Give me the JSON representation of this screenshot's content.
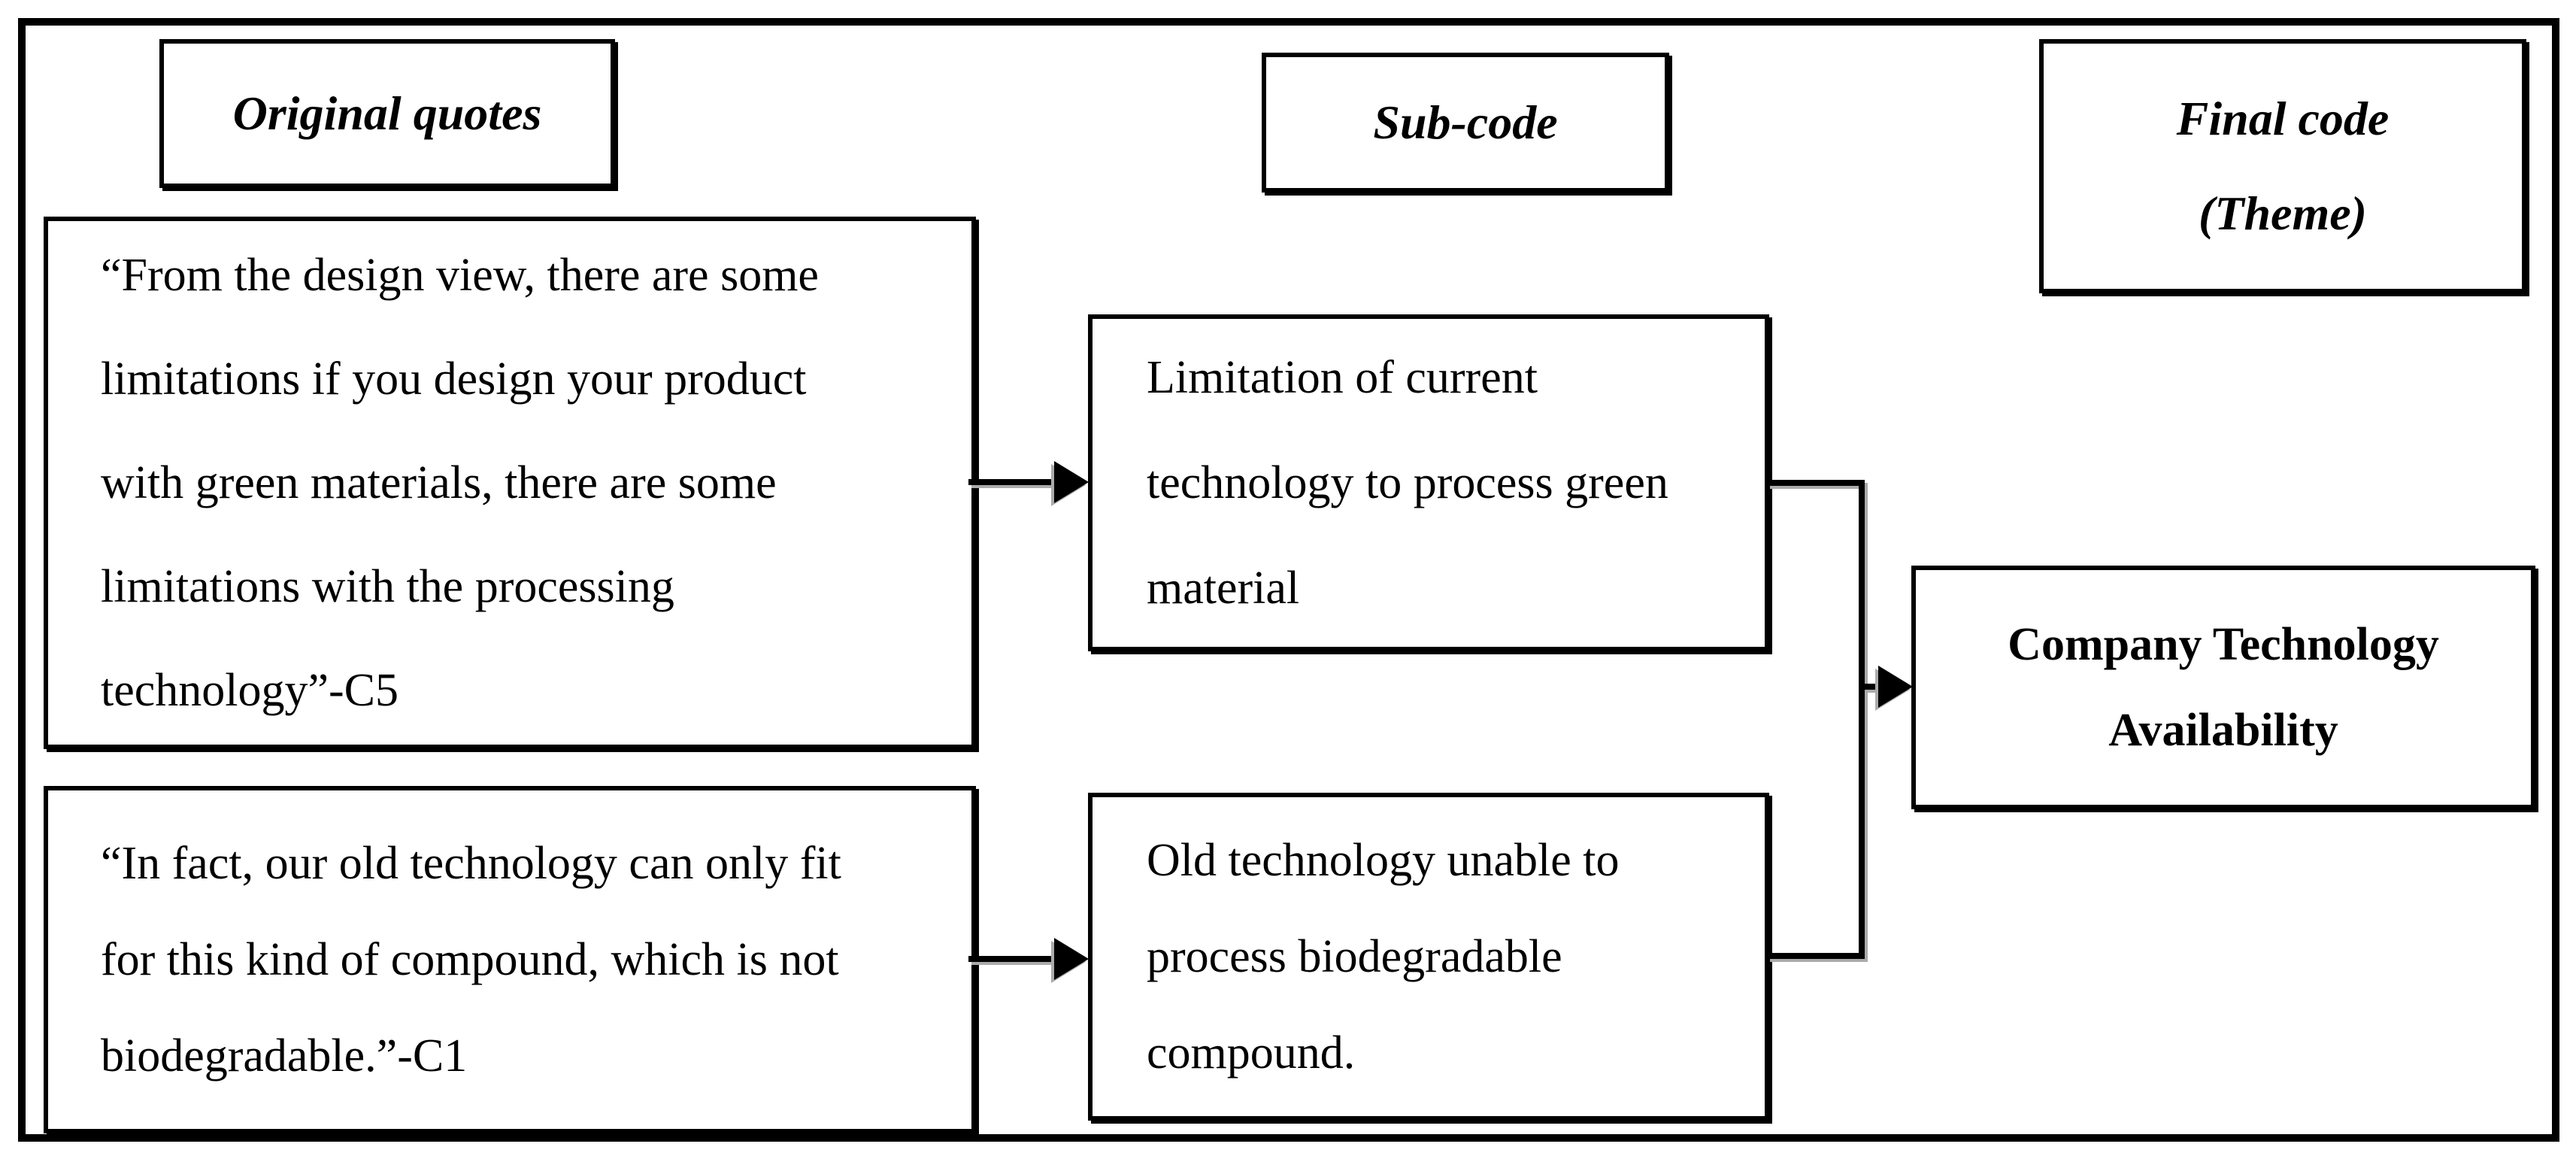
{
  "headers": [
    {
      "lines": [
        "Original quotes"
      ]
    },
    {
      "lines": [
        "Sub-code"
      ]
    },
    {
      "lines": [
        "Final code",
        "(Theme)"
      ]
    }
  ],
  "original_quotes": [
    {
      "lines": [
        "“From the design view, there are some",
        "limitations if you design your product",
        "with green materials, there are some",
        "limitations with the processing",
        "technology”-C5"
      ]
    },
    {
      "lines": [
        "“In fact, our old technology can only fit",
        "for this kind of compound, which is not",
        "biodegradable.”-C1"
      ]
    }
  ],
  "sub_codes": [
    {
      "lines": [
        "Limitation of current",
        "technology to process green",
        "material"
      ]
    },
    {
      "lines": [
        "Old technology unable to",
        "process biodegradable",
        "compound."
      ]
    }
  ],
  "final_code": {
    "lines": [
      "Company Technology",
      "Availability"
    ]
  },
  "colors": {
    "line": "#000000",
    "background": "#ffffff",
    "connector_shadow": "#ababab"
  }
}
